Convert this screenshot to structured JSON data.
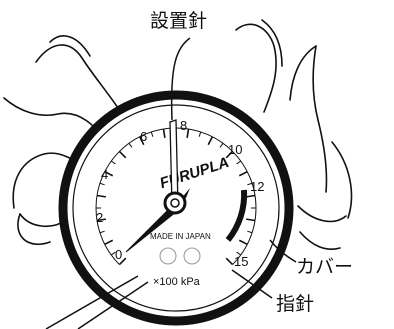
{
  "callouts": {
    "setting_needle": "設置針",
    "cover": "カバー",
    "pointer": "指針",
    "unlabeled_lines": ""
  },
  "gauge": {
    "scale_labels": [
      "0",
      "2",
      "4",
      "6",
      "8",
      "10",
      "12",
      "15"
    ],
    "brand": "FURUPLA",
    "made_in": "MADE IN JAPAN",
    "unit": "×100 kPa",
    "scale_min": 0,
    "scale_max": 15,
    "colors": {
      "ink": "#111111",
      "face": "#ffffff"
    }
  }
}
